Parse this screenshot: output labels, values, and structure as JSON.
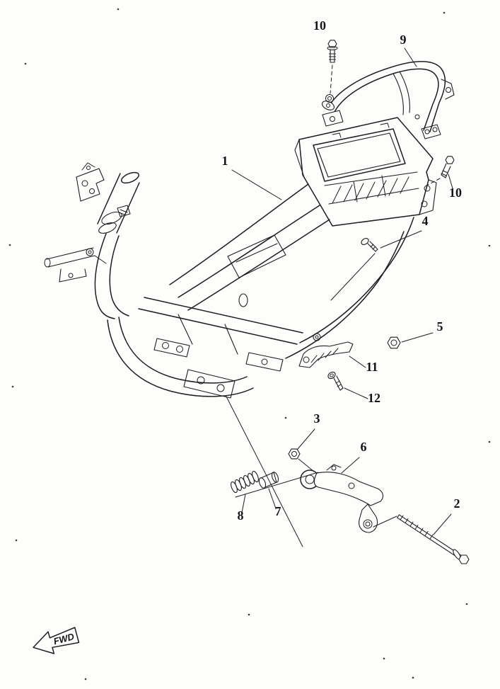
{
  "page": {
    "background": "#fdfdfb",
    "ink": "#1e1e1e"
  },
  "diagram": {
    "type": "exploded-parts-diagram",
    "subject": "scooter-frame",
    "direction_label": "FWD",
    "callouts": [
      {
        "label": "10"
      },
      {
        "label": "9"
      },
      {
        "label": "1"
      },
      {
        "label": "10"
      },
      {
        "label": "4"
      },
      {
        "label": "5"
      },
      {
        "label": "11"
      },
      {
        "label": "12"
      },
      {
        "label": "3"
      },
      {
        "label": "6"
      },
      {
        "label": "8"
      },
      {
        "label": "7"
      },
      {
        "label": "2"
      }
    ]
  }
}
